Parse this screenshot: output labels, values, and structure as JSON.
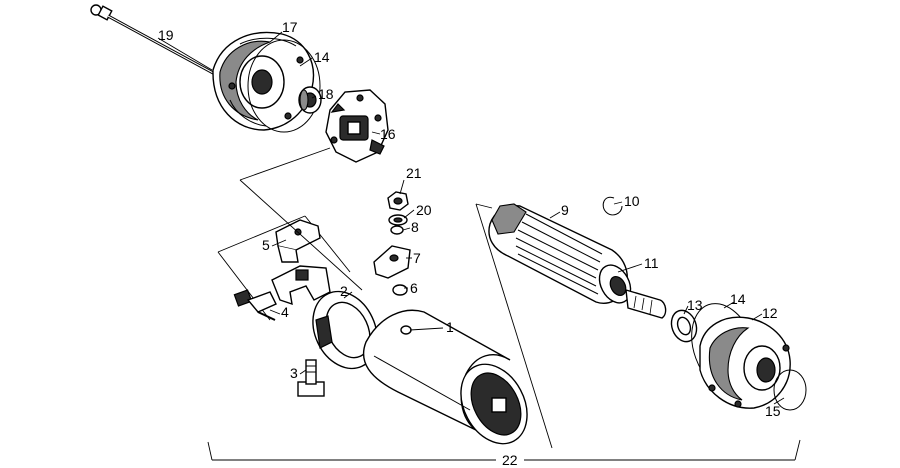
{
  "labels": {
    "p1": "1",
    "p2": "2",
    "p3": "3",
    "p4": "4",
    "p5": "5",
    "p6": "6",
    "p7": "7",
    "p8": "8",
    "p9": "9",
    "p10": "10",
    "p11": "11",
    "p12": "12",
    "p13": "13",
    "p14a": "14",
    "p14b": "14",
    "p15": "15",
    "p16": "16",
    "p17": "17",
    "p18": "18",
    "p19": "19",
    "p20": "20",
    "p21": "21",
    "p22": "22"
  }
}
